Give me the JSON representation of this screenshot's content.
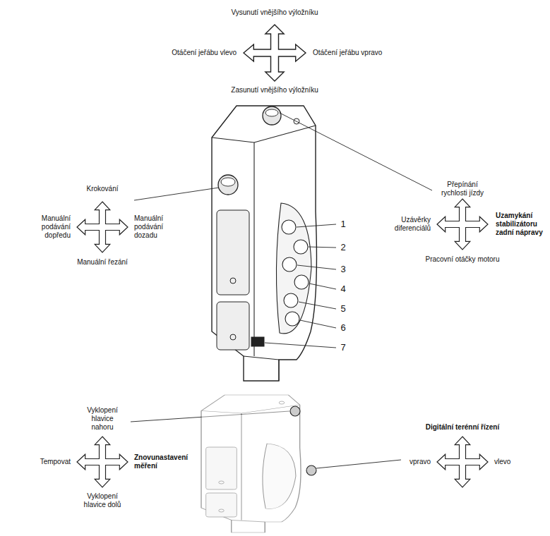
{
  "diagram": {
    "labels": [
      "Vysunutí vnějšího výložníku",
      "Otáčení jeřábu vlevo",
      "Otáčení jeřábu vpravo",
      "Zasunutí vnějšího výložníku",
      "Krokování",
      "Manuální podávání dopředu",
      "Manuální podávání dozadu",
      "Manuální řezání",
      "Přepínání rychlosti jízdy",
      "Uzávěrky diferenciálů",
      "Uzamykání stabilizátoru zadní nápravy",
      "Pracovní otáčky motoru",
      "1",
      "2",
      "3",
      "4",
      "5",
      "6",
      "7",
      "Vyklopení hlavice nahoru",
      "Tempovat",
      "Znovunastavení měření",
      "Vyklopení hlavice dolů",
      "Digitální terénní řízení",
      "vpravo",
      "vlevo"
    ]
  }
}
